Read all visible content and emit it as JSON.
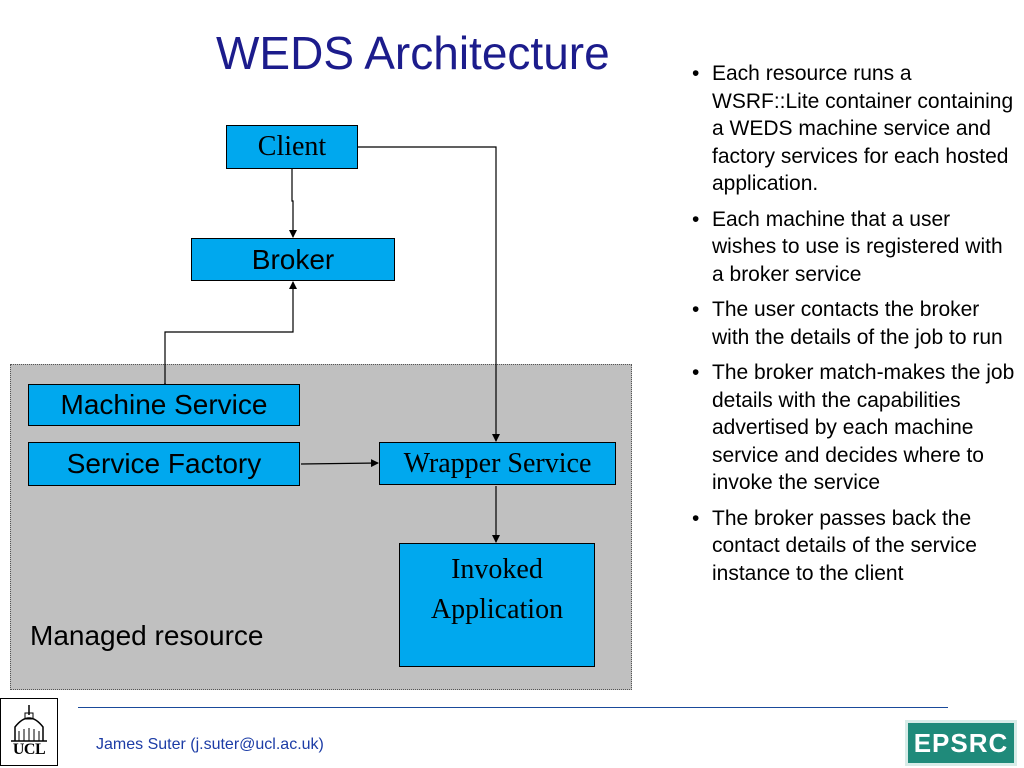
{
  "slide": {
    "title": "WEDS Architecture"
  },
  "diagram": {
    "client": "Client",
    "broker": "Broker",
    "machine_service": "Machine Service",
    "service_factory": "Service Factory",
    "wrapper_service": "Wrapper Service",
    "invoked_line1": "Invoked",
    "invoked_line2": "Application",
    "managed_resource": "Managed resource",
    "box_color": "#00a8ee",
    "region_color": "#c0c0c0"
  },
  "bullets": [
    "Each resource runs a WSRF::Lite container containing a WEDS machine service and factory services for each hosted application.",
    "Each machine that a user wishes to use is registered with a broker service",
    "The user contacts the broker with the details of the job to run",
    "The broker match-makes the job details with the capabilities advertised by each machine service and decides where to invoke the service",
    "The broker passes back the contact details of the service instance to the client"
  ],
  "footer": {
    "author": "James Suter (j.suter@ucl.ac.uk)",
    "ucl_logo": "UCL",
    "epsrc_logo": "EPSRC"
  }
}
